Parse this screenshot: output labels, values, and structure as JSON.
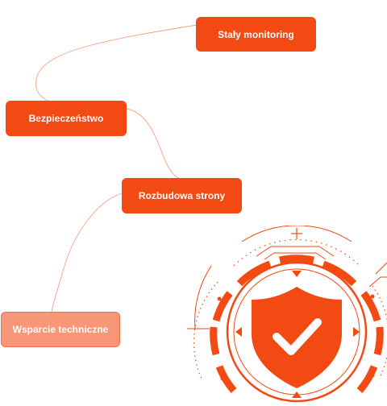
{
  "process_steps": [
    {
      "label": "Stały monitoring"
    },
    {
      "label": "Bezpieczeństwo"
    },
    {
      "label": "Rozbudowa strony"
    },
    {
      "label": "Wsparcie techniczne"
    }
  ],
  "graphic": {
    "icon": "shield-check-icon"
  },
  "colors": {
    "accent": "#f24a12",
    "accent_muted": "#f89678",
    "connector": "#f5a085",
    "background": "#ffffff"
  }
}
